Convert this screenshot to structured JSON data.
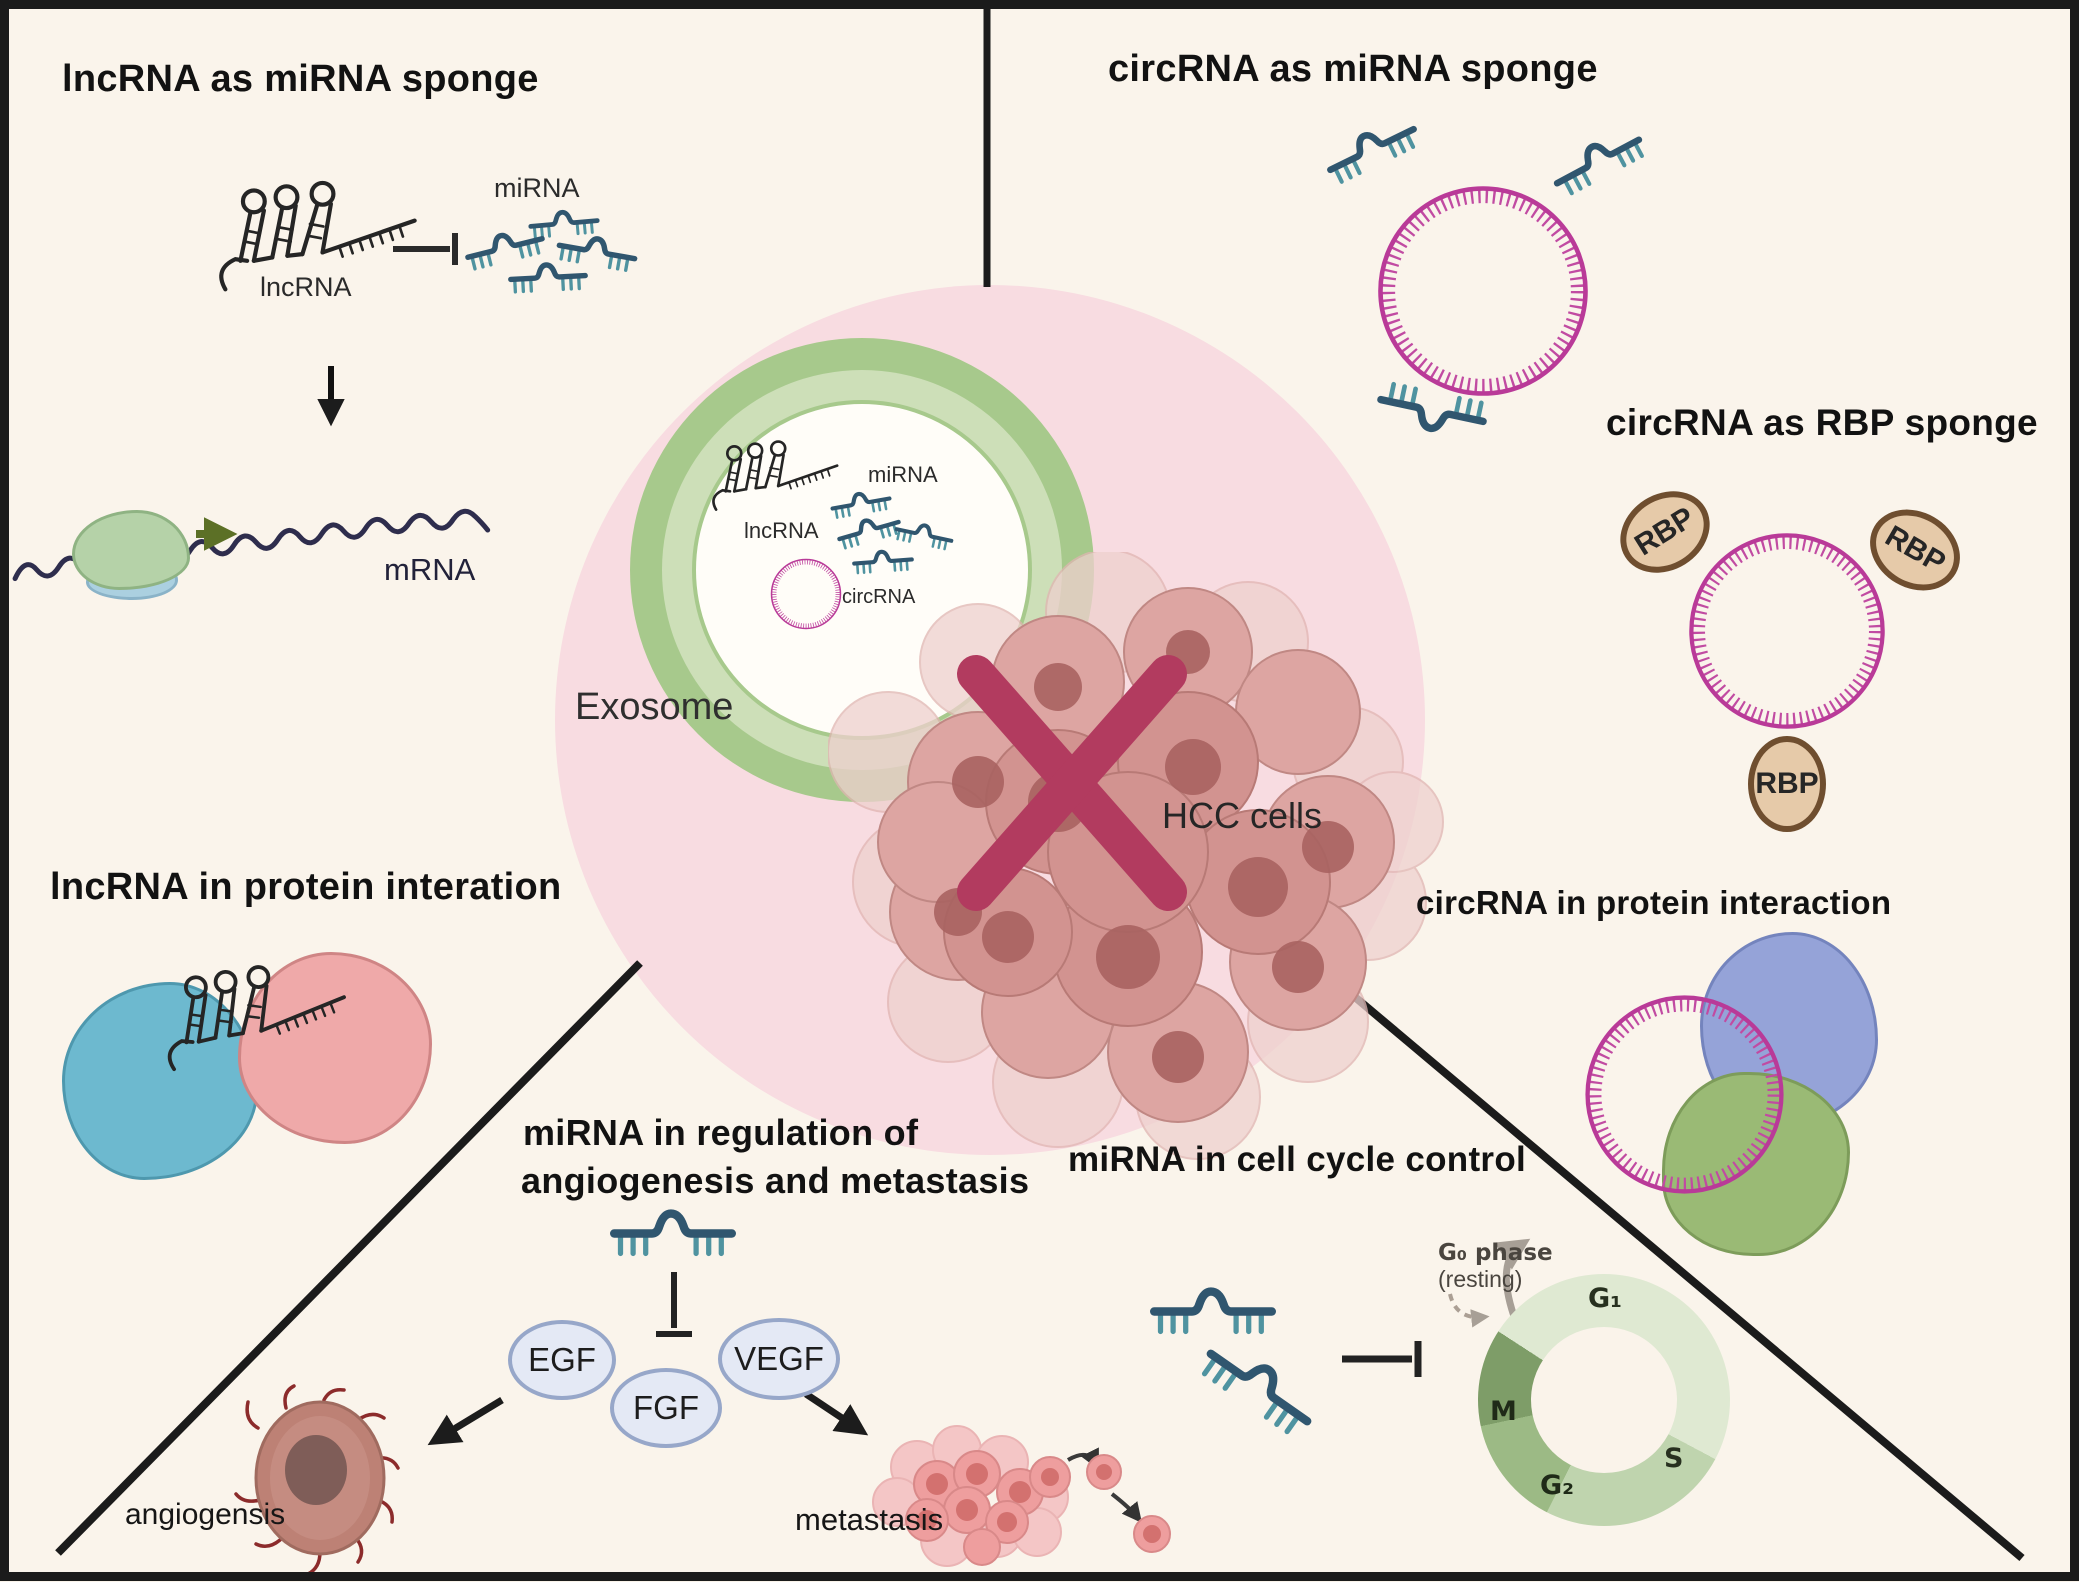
{
  "colors": {
    "background": "#faf4eb",
    "pink_cell_halo": "#f8dce1",
    "exosome_green": "#a7c98c",
    "circrna_magenta": "#b93a98",
    "mirna_strand_blue": "#30566f",
    "mirna_teeth_teal": "#4f93a0",
    "hcc_x_mark": "#b23b5f",
    "cell_cycle_g1": "#dfe9d2",
    "cell_cycle_s": "#bfd4ae",
    "cell_cycle_g2": "#9cba85",
    "cell_cycle_m": "#7e9d68"
  },
  "panels": {
    "lncrna_mirna_sponge": {
      "title": "lncRNA as miRNA sponge",
      "mirna_label": "miRNA",
      "lncrna_label": "lncRNA",
      "mrna_label": "mRNA"
    },
    "circrna_mirna_sponge": {
      "title": "circRNA as miRNA sponge"
    },
    "circrna_rbp_sponge": {
      "title": "circRNA as RBP sponge",
      "rbp_label": "RBP"
    },
    "circrna_protein_interaction": {
      "title": "circRNA in protein interaction"
    },
    "lncrna_protein_interaction": {
      "title": "lncRNA in protein interation"
    },
    "mirna_angiogenesis_metastasis": {
      "title_line1": "miRNA in regulation of",
      "title_line2": "angiogenesis and metastasis",
      "factor_egf": "EGF",
      "factor_fgf": "FGF",
      "factor_vegf": "VEGF",
      "angiogenesis_label": "angiogensis",
      "metastasis_label": "metastasis"
    },
    "mirna_cell_cycle": {
      "title": "miRNA in cell cycle control",
      "g0_label": "G₀ phase",
      "g0_sublabel": "(resting)",
      "phase_g1": "G₁",
      "phase_s": "S",
      "phase_g2": "G₂",
      "phase_m": "M"
    }
  },
  "center": {
    "exosome_label": "Exosome",
    "hcc_label": "HCC cells",
    "cargo_lncrna": "lncRNA",
    "cargo_mirna": "miRNA",
    "cargo_circrna": "circRNA"
  }
}
